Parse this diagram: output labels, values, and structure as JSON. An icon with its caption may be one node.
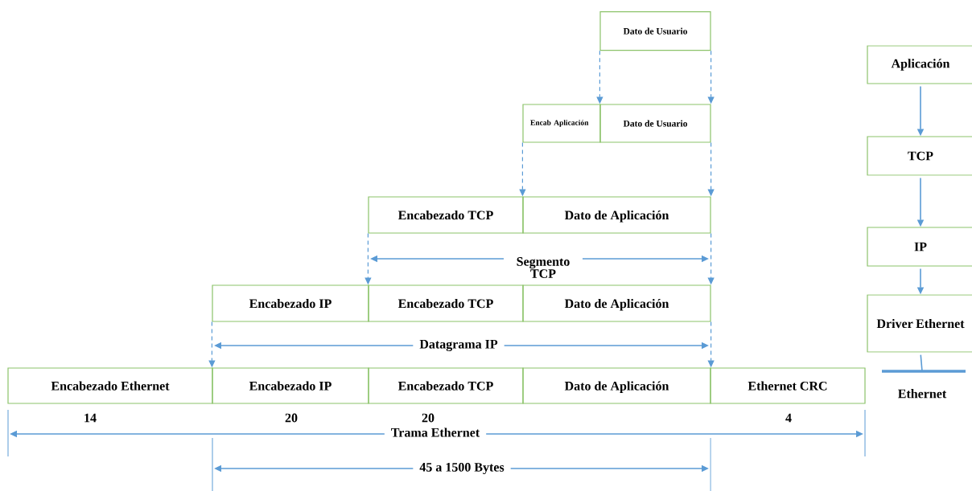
{
  "diagram": {
    "nodes": [
      {
        "text": [
          "Dato de Usuario"
        ]
      },
      {
        "text": [
          "Encab Aplicación"
        ]
      },
      {
        "text": [
          "Dato de Usuario"
        ]
      },
      {
        "text": [
          "Encabezado TCP"
        ]
      },
      {
        "text": [
          "Dato de Aplicación"
        ]
      },
      {
        "text": [
          "Encabezado IP"
        ]
      },
      {
        "text": [
          "Encabezado TCP"
        ]
      },
      {
        "text": [
          "Dato de Aplicación"
        ]
      },
      {
        "text": [
          "Encabezado Ethernet"
        ]
      },
      {
        "text": [
          "Encabezado IP"
        ]
      },
      {
        "text": [
          "Encabezado TCP"
        ]
      },
      {
        "text": [
          "Dato de Aplicación"
        ]
      },
      {
        "text": [
          "Ethernet CRC"
        ]
      },
      {
        "text": [
          "Aplicación"
        ]
      },
      {
        "text": [
          "TCP"
        ]
      },
      {
        "text": [
          "IP"
        ]
      },
      {
        "text": [
          "Driver Ethernet"
        ]
      },
      {
        "text": [
          "Ethernet"
        ]
      }
    ],
    "edges": [
      {
        "from": 0,
        "to": 2,
        "arrow": "to",
        "style": "dashed"
      },
      {
        "from": 0,
        "to": 2,
        "arrow": "to",
        "style": "dashed"
      },
      {
        "from": 1,
        "to": 4,
        "arrow": "to",
        "style": "dashed"
      },
      {
        "from": 2,
        "to": 4,
        "arrow": "to",
        "style": "dashed"
      },
      {
        "from": 3,
        "to": 6,
        "arrow": "to",
        "style": "dashed"
      },
      {
        "from": 4,
        "to": 7,
        "arrow": "to",
        "style": "dashed"
      },
      {
        "from": 5,
        "to": 9,
        "arrow": "to",
        "style": "dashed"
      },
      {
        "from": 7,
        "to": 11,
        "arrow": "to",
        "style": "dashed"
      },
      {
        "from": 13,
        "to": 14,
        "arrow": "to"
      },
      {
        "from": 14,
        "to": 15,
        "arrow": "to"
      },
      {
        "from": 15,
        "to": 16,
        "arrow": "to"
      },
      {
        "from": 16,
        "to": 17,
        "arrow": "none"
      }
    ],
    "labels": [
      "Segmento TCP",
      "Datagrama IP",
      "14",
      "20",
      "20",
      "4",
      "Trama Ethernet",
      "45 a 1500 Bytes"
    ]
  }
}
